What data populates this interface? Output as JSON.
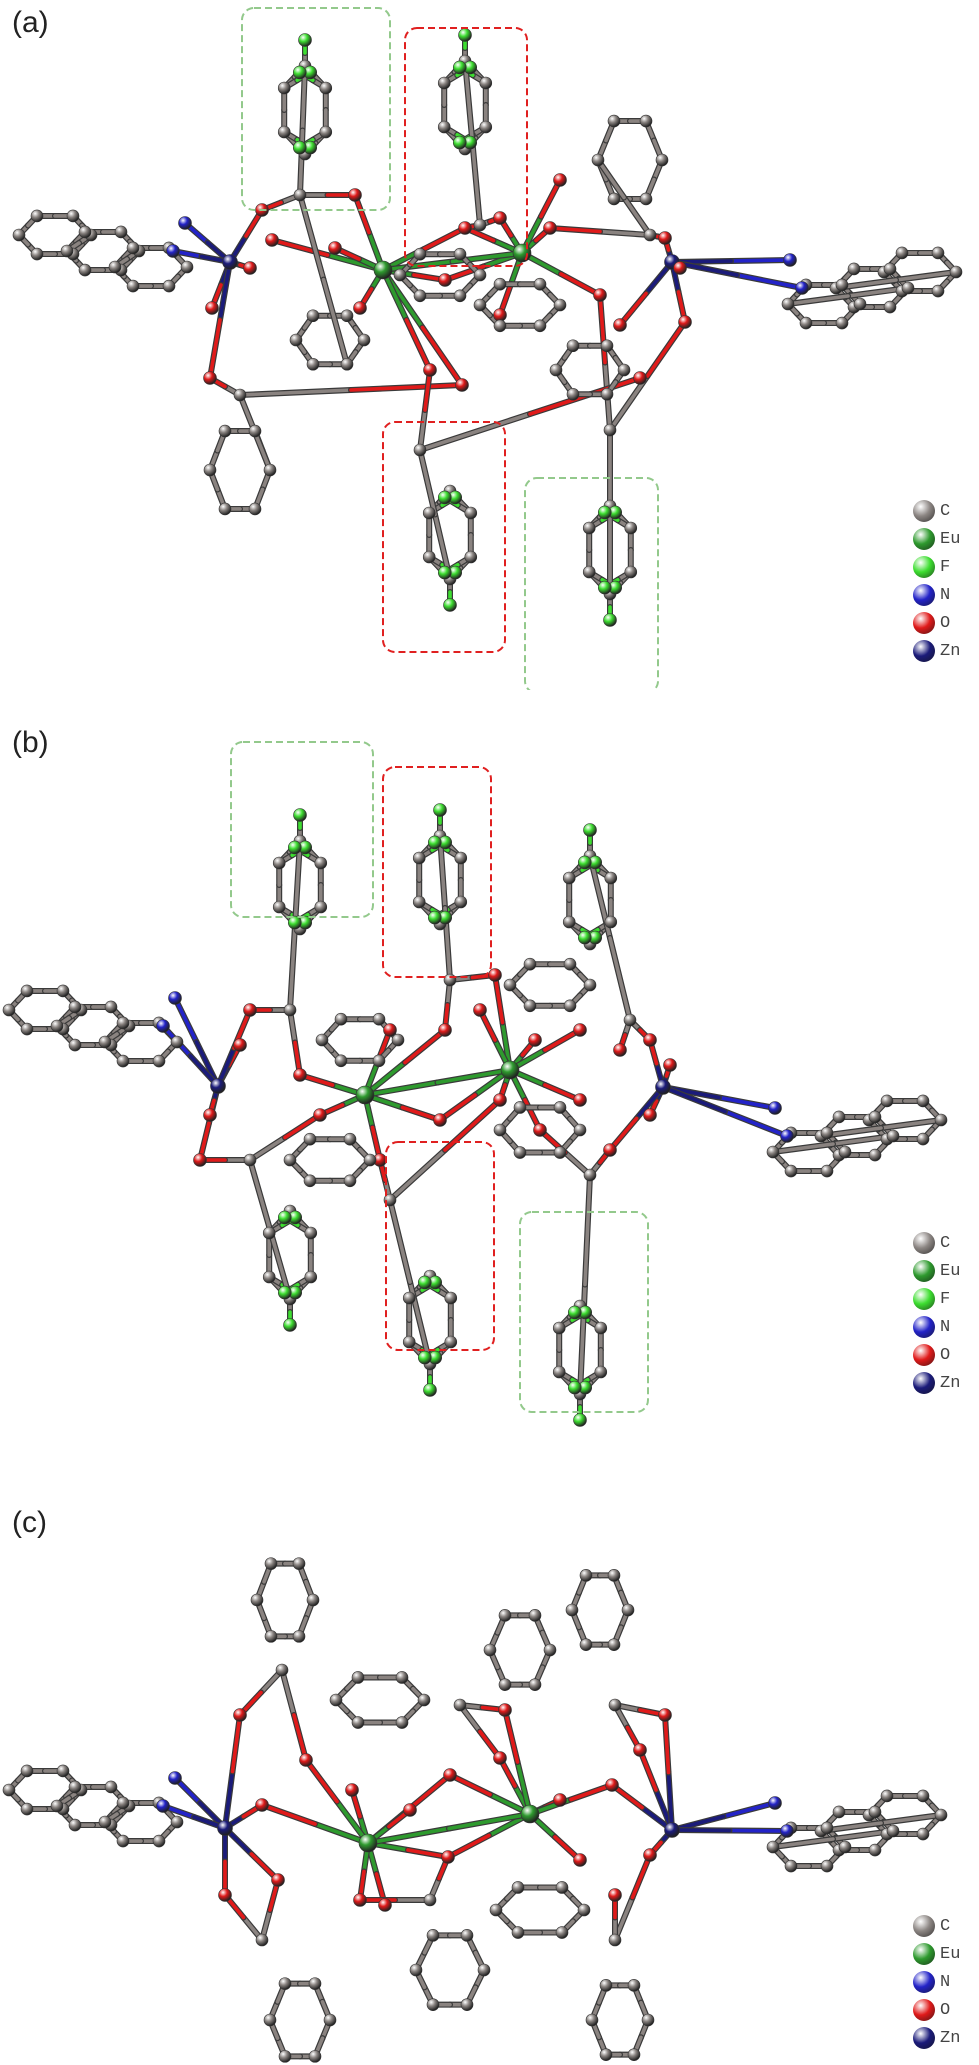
{
  "panels": [
    {
      "label": "(a)"
    },
    {
      "label": "(b)"
    },
    {
      "label": "(c)"
    }
  ],
  "colors": {
    "C": "#8c8683",
    "Eu": "#2e9a2e",
    "F": "#3dde30",
    "N": "#2323c8",
    "O": "#e01a1a",
    "Zn": "#1b1b7a",
    "box_green": "#93c98c",
    "box_red": "#e02020"
  },
  "legend_ab": [
    {
      "symbol": "C",
      "color": "#8c8683",
      "icon": "carbon-ball"
    },
    {
      "symbol": "Eu",
      "color": "#2e9a2e",
      "icon": "europium-ball"
    },
    {
      "symbol": "F",
      "color": "#3dde30",
      "icon": "fluorine-ball"
    },
    {
      "symbol": "N",
      "color": "#2323c8",
      "icon": "nitrogen-ball"
    },
    {
      "symbol": "O",
      "color": "#e01a1a",
      "icon": "oxygen-ball"
    },
    {
      "symbol": "Zn",
      "color": "#1b1b7a",
      "icon": "zinc-ball"
    }
  ],
  "legend_c": [
    {
      "symbol": "C",
      "color": "#8c8683",
      "icon": "carbon-ball"
    },
    {
      "symbol": "Eu",
      "color": "#2e9a2e",
      "icon": "europium-ball"
    },
    {
      "symbol": "N",
      "color": "#2323c8",
      "icon": "nitrogen-ball"
    },
    {
      "symbol": "O",
      "color": "#e01a1a",
      "icon": "oxygen-ball"
    },
    {
      "symbol": "Zn",
      "color": "#1b1b7a",
      "icon": "zinc-ball"
    }
  ]
}
